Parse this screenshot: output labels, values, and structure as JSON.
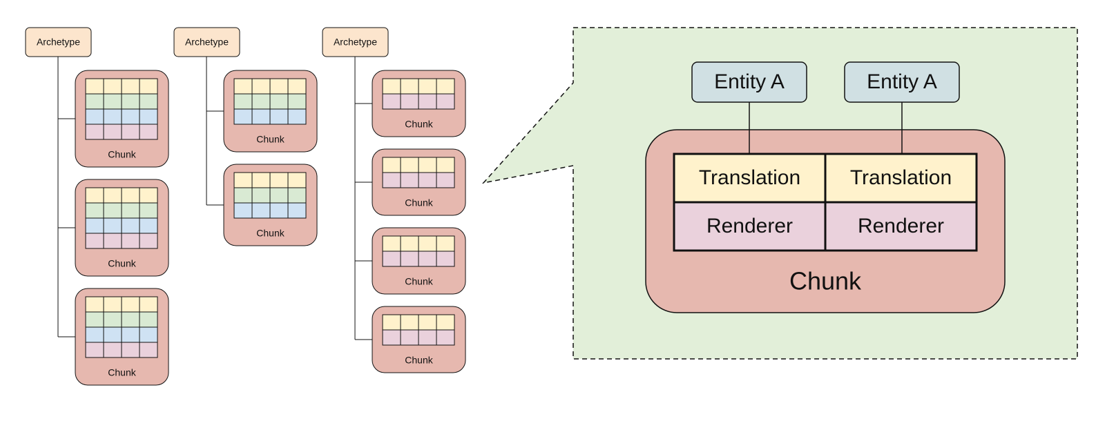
{
  "labels": {
    "archetype": "Archetype",
    "chunk": "Chunk"
  },
  "archetypes": [
    {
      "chunks": [
        {
          "rows": [
            "yellow",
            "green",
            "blue",
            "pink"
          ]
        },
        {
          "rows": [
            "yellow",
            "green",
            "blue",
            "pink"
          ]
        },
        {
          "rows": [
            "yellow",
            "green",
            "blue",
            "pink"
          ]
        }
      ]
    },
    {
      "chunks": [
        {
          "rows": [
            "yellow",
            "green",
            "blue"
          ]
        },
        {
          "rows": [
            "yellow",
            "green",
            "blue"
          ]
        }
      ]
    },
    {
      "chunks": [
        {
          "rows": [
            "yellow",
            "pink"
          ]
        },
        {
          "rows": [
            "yellow",
            "pink"
          ]
        },
        {
          "rows": [
            "yellow",
            "pink"
          ]
        },
        {
          "rows": [
            "yellow",
            "pink"
          ]
        }
      ]
    }
  ],
  "detail": {
    "entities": [
      "Entity A",
      "Entity A"
    ],
    "components": [
      {
        "label": "Translation",
        "color": "yellow"
      },
      {
        "label": "Renderer",
        "color": "pink"
      }
    ],
    "chunk_label": "Chunk"
  },
  "colors": {
    "archetype_fill": "#fce5cd",
    "chunk_fill": "#e6b8af",
    "entity_fill": "#d0e0e3",
    "callout_fill": "#e2efd9",
    "yellow": "#fff2cc",
    "green": "#d9ead3",
    "blue": "#cfe2f3",
    "pink": "#ead1dc",
    "stroke": "#111111"
  }
}
